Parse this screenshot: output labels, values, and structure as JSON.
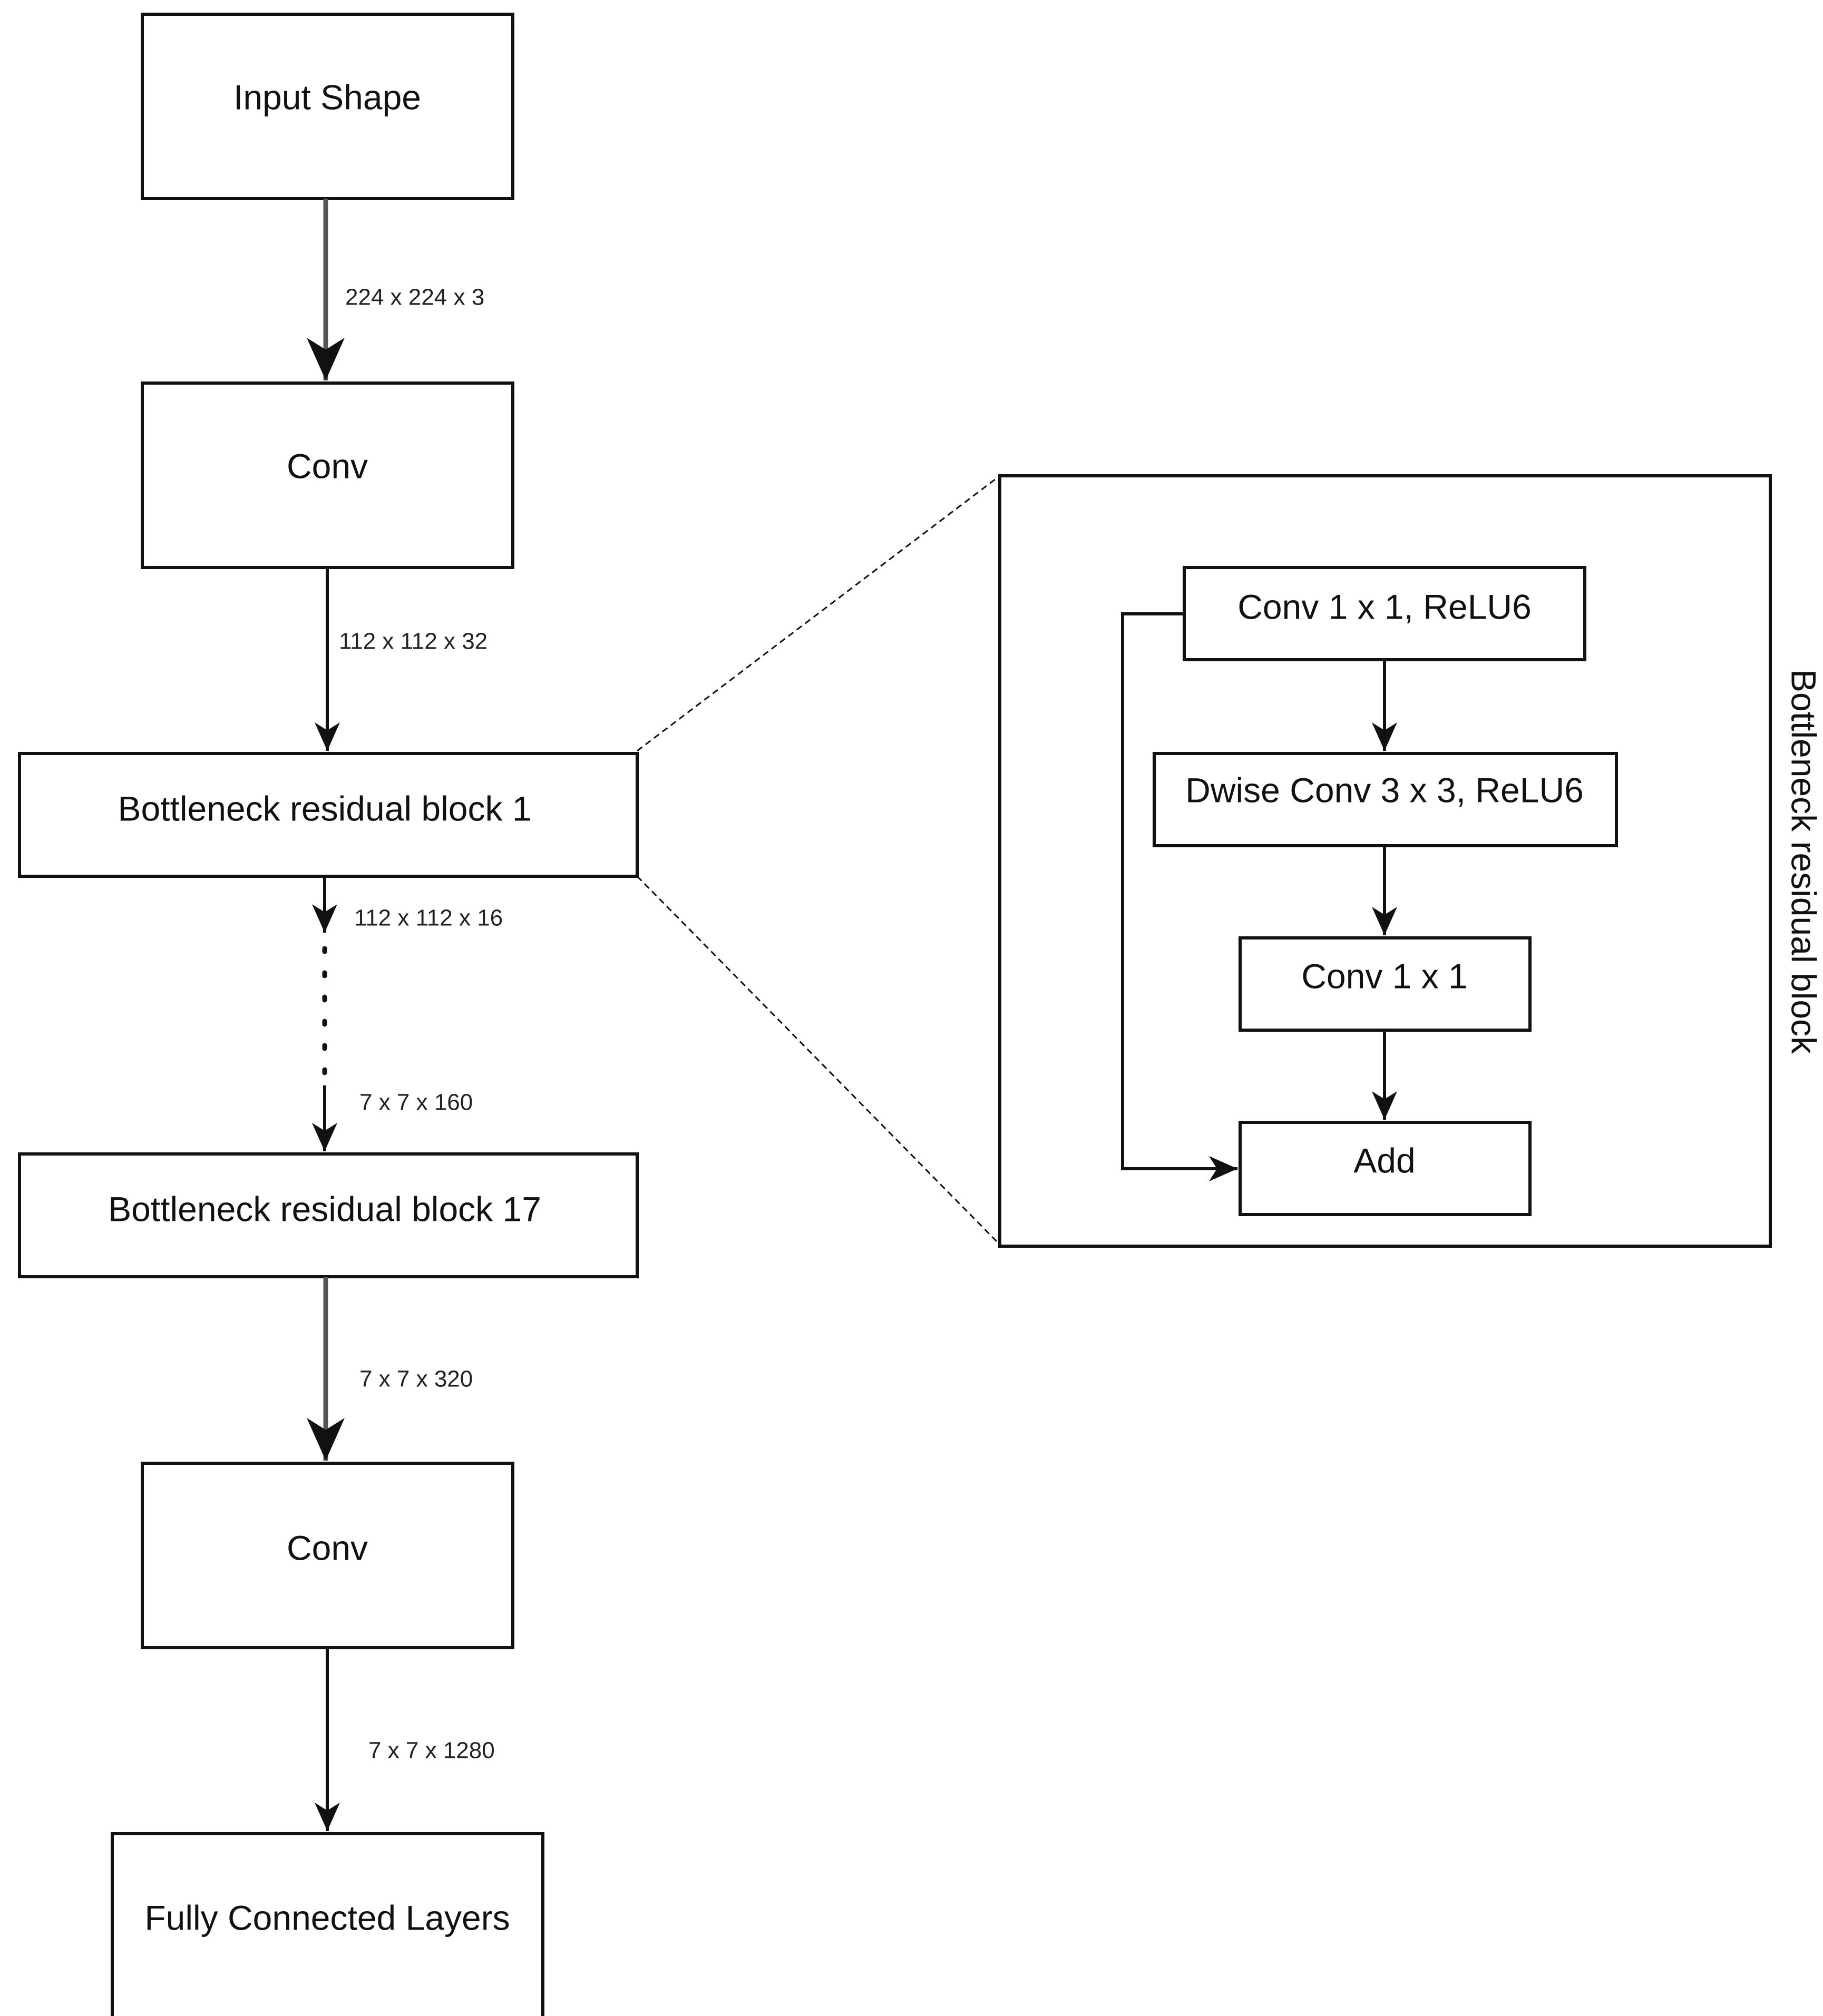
{
  "nodes": {
    "input_shape": "Input Shape",
    "conv_first": "Conv",
    "bottleneck_1": "Bottleneck residual block 1",
    "bottleneck_17": "Bottleneck residual block 17",
    "conv_last": "Conv",
    "fully_connected": "Fully Connected Layers"
  },
  "edges": {
    "input_to_conv": "224 x 224 x 3",
    "conv_to_b1": "112 x 112 x 32",
    "b1_out": "112 x 112 x 16",
    "b17_in": "7 x 7 x 160",
    "b17_to_conv": "7 x 7 x 320",
    "conv_to_fc": "7 x 7 x 1280"
  },
  "detail": {
    "title": "Bottleneck residual block",
    "steps": {
      "conv1_relu": "Conv 1 x 1, ReLU6",
      "dwise_conv": "Dwise Conv 3 x 3, ReLU6",
      "conv1": "Conv 1 x 1",
      "add": "Add"
    }
  }
}
